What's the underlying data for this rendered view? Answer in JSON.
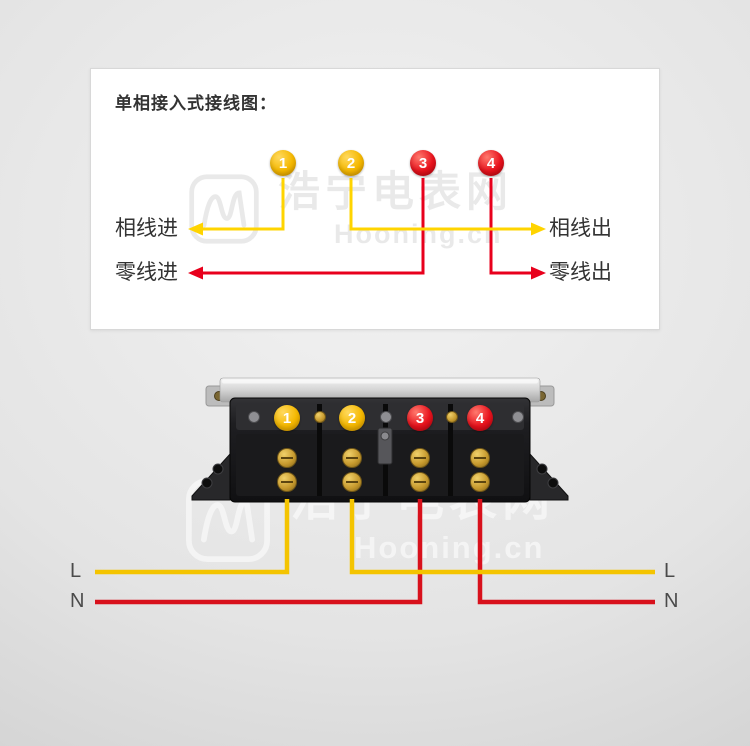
{
  "schematic": {
    "title": "单相接入式接线图：",
    "badges": [
      "1",
      "2",
      "3",
      "4"
    ],
    "phase_in": "相线进",
    "neutral_in": "零线进",
    "phase_out": "相线出",
    "neutral_out": "零线出"
  },
  "meter": {
    "badges": [
      "1",
      "2",
      "3",
      "4"
    ]
  },
  "wires": {
    "left_l": "L",
    "left_n": "N",
    "right_l": "L",
    "right_n": "N"
  },
  "watermark": {
    "brand": "浩宁电表网",
    "site": "Hooning.cn"
  },
  "colors": {
    "phase_line": "#ffd400",
    "neutral_line": "#e8001c",
    "badge_yellow": "#f5b800",
    "badge_red": "#e8131d",
    "wire_phase": "#f4c400",
    "wire_neutral": "#d8111c"
  }
}
